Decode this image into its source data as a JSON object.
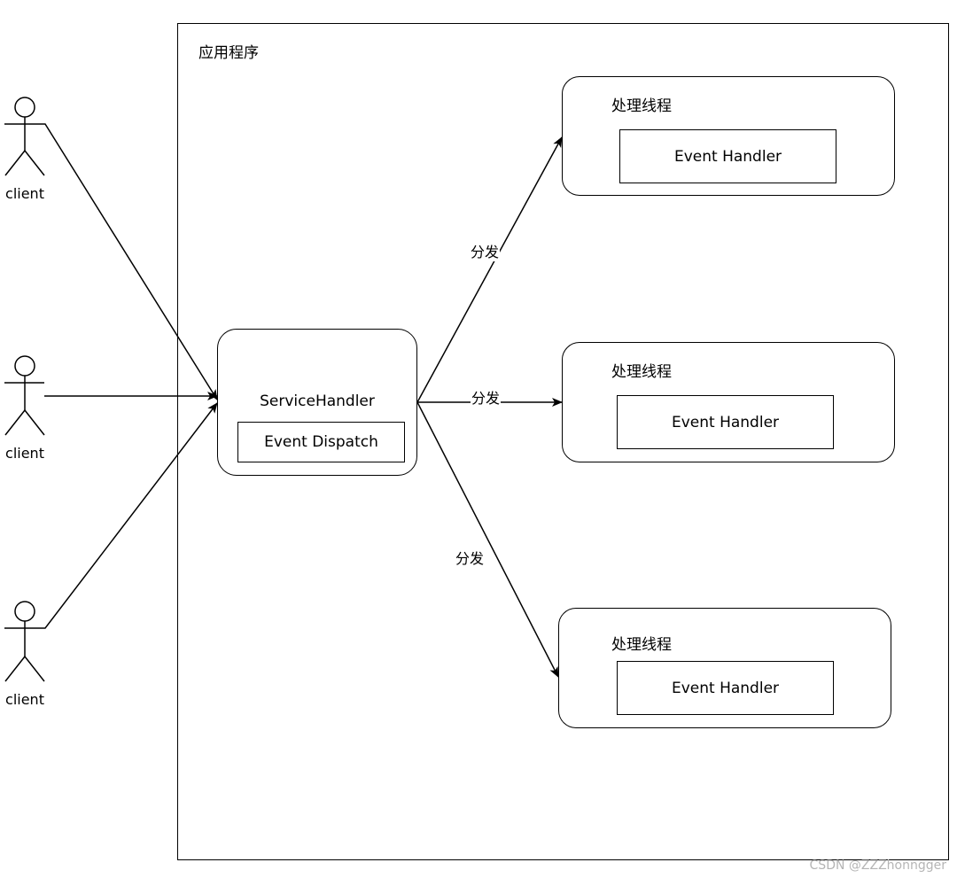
{
  "app": {
    "title": "应用程序"
  },
  "service": {
    "title": "ServiceHandler",
    "dispatch": "Event Dispatch"
  },
  "threads": [
    {
      "title": "处理线程",
      "handler": "Event Handler"
    },
    {
      "title": "处理线程",
      "handler": "Event Handler"
    },
    {
      "title": "处理线程",
      "handler": "Event Handler"
    }
  ],
  "clients": [
    {
      "label": "client"
    },
    {
      "label": "client"
    },
    {
      "label": "client"
    }
  ],
  "dispatch_labels": [
    "分发",
    "分发",
    "分发"
  ],
  "watermark": "CSDN @ZZZhonngger"
}
